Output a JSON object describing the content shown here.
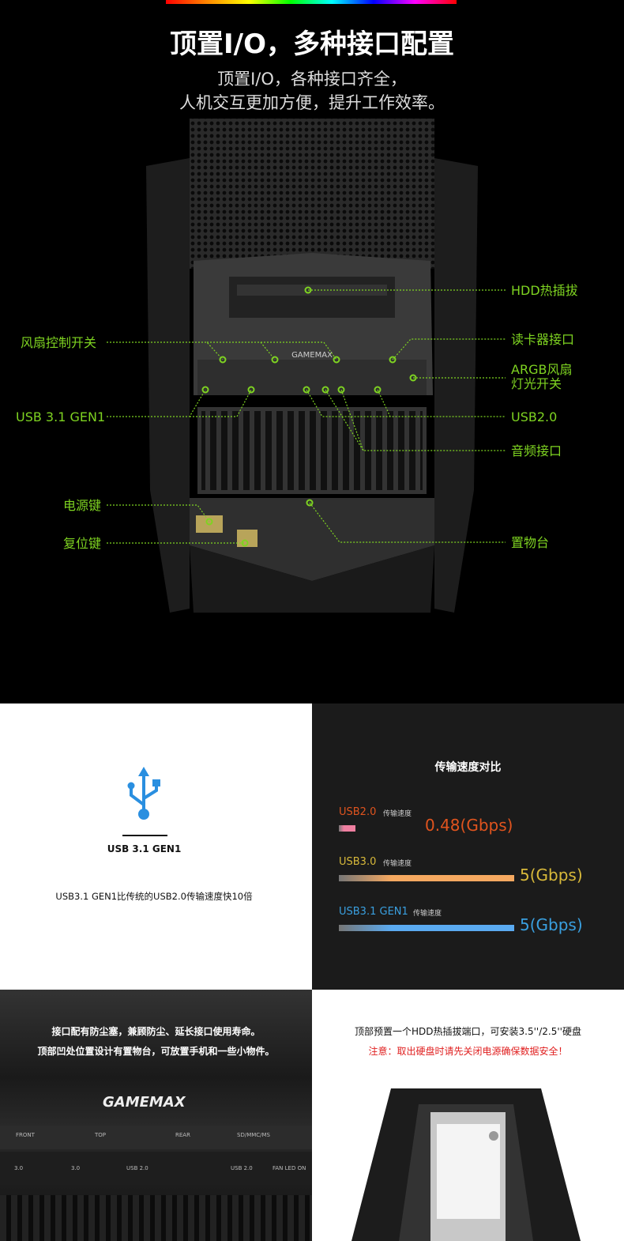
{
  "header": {
    "title": "顶置I/O，多种接口配置",
    "subtitle_line1": "顶置I/O，各种接口齐全，",
    "subtitle_line2": "人机交互更加方便，提升工作效率。"
  },
  "case": {
    "brand": "GAMEMAX"
  },
  "callouts": {
    "left": [
      "风扇控制开关",
      "USB 3.1 GEN1",
      "电源键",
      "复位键"
    ],
    "right": [
      "HDD热插拔",
      "读卡器接口",
      "ARGB风扇",
      "灯光开关",
      "USB2.0",
      "音频接口",
      "置物台"
    ]
  },
  "usb_panel": {
    "icon": "usb-icon",
    "title": "USB 3.1 GEN1",
    "desc": "USB3.1 GEN1比传统的USB2.0传输速度快10倍"
  },
  "speed_panel": {
    "title": "传输速度对比",
    "rows": [
      {
        "name": "USB2.0",
        "sub": "传输速度",
        "value": "0.48(Gbps)",
        "fraction": 0.096,
        "color": "#e0541e",
        "bar": "#ef7fa0"
      },
      {
        "name": "USB3.0",
        "sub": "传输速度",
        "value": "5(Gbps)",
        "fraction": 1,
        "color": "#d8b93a",
        "bar": "#f5a860"
      },
      {
        "name": "USB3.1 GEN1",
        "sub": "传输速度",
        "value": "5(Gbps)",
        "fraction": 1,
        "color": "#3aa0e0",
        "bar": "#5aaaf0"
      }
    ]
  },
  "dust_panel": {
    "line1": "接口配有防尘塞，兼顾防尘、延长接口使用寿命。",
    "line2": "顶部凹处位置设计有置物台，可放置手机和一些小物件。",
    "brand": "GAMEMAX",
    "port_labels": [
      "FRONT",
      "TOP",
      "REAR",
      "SD/MMC/MS",
      "3.0",
      "3.0",
      "USB 2.0",
      "USB 2.0",
      "FAN LED ON"
    ]
  },
  "hdd_panel": {
    "line1": "顶部预置一个HDD热插拔端口，可安装3.5''/2.5''硬盘",
    "warning": "注意：取出硬盘时请先关闭电源确保数据安全！"
  }
}
